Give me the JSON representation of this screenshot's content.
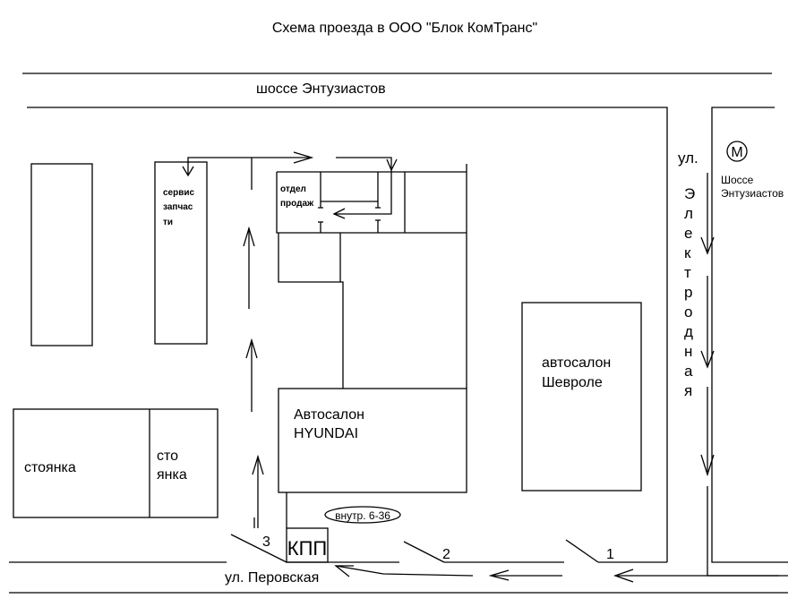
{
  "title": "Схема проезда в ООО \"Блок КомТранс\"",
  "roads": {
    "top": "шоссе Энтузиастов",
    "bottom": "ул. Перовская",
    "right_prefix": "ул.",
    "right_letters": [
      "Э",
      "л",
      "е",
      "к",
      "т",
      "р",
      "о",
      "д",
      "н",
      "а",
      "я"
    ]
  },
  "metro": {
    "symbol": "М",
    "station_line1": "Шоссе",
    "station_line2": "Энтузиастов"
  },
  "buildings": {
    "service_lines": [
      "сервис",
      "запчас",
      "ти"
    ],
    "sales_lines": [
      "отдел",
      "продаж"
    ],
    "hyundai_lines": [
      "Автосалон",
      "HYUNDAI"
    ],
    "chevrolet_lines": [
      "автосалон",
      "Шевроле"
    ],
    "parking": "стоянка",
    "parking2_lines": [
      "сто",
      "янка"
    ],
    "checkpoint": "КПП",
    "phone": "внутр. 6-36"
  },
  "gates": [
    "1",
    "2",
    "3"
  ]
}
